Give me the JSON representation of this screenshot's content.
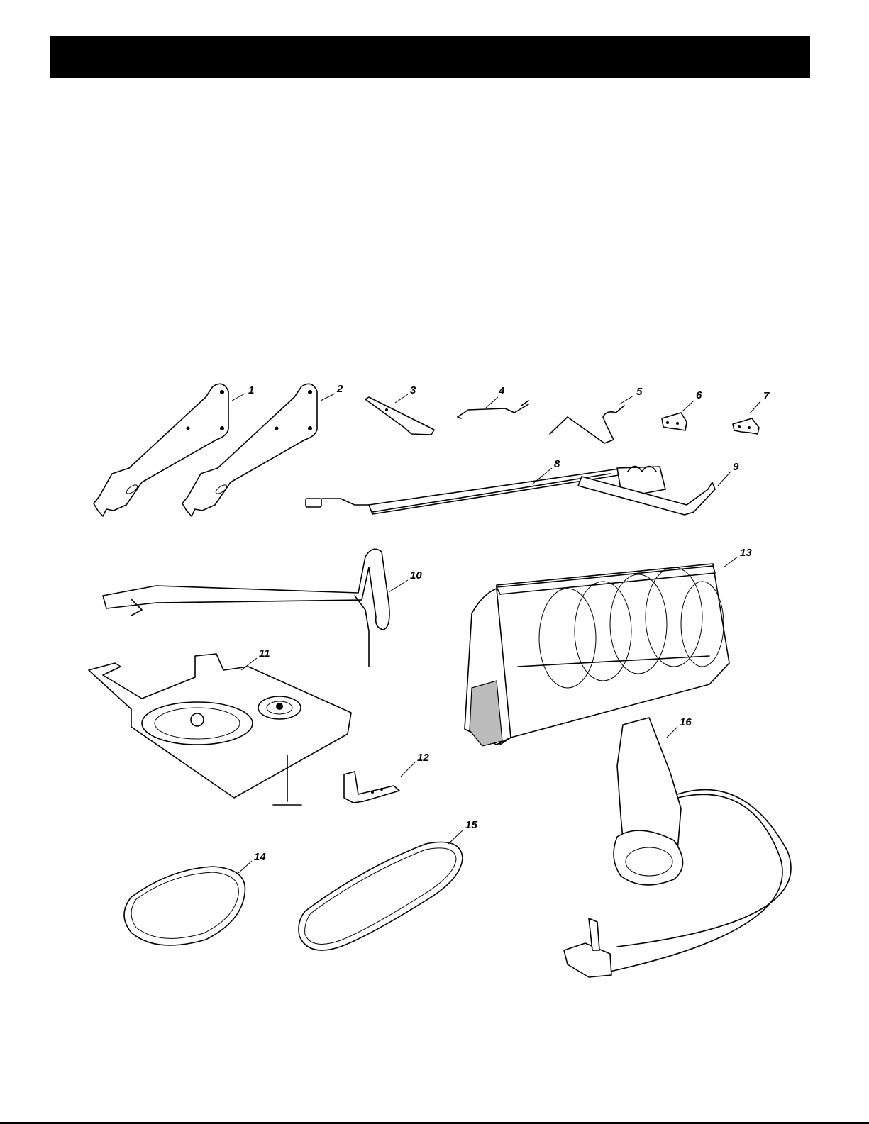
{
  "parts": [
    {
      "id": "1"
    },
    {
      "id": "2"
    },
    {
      "id": "3"
    },
    {
      "id": "4"
    },
    {
      "id": "5"
    },
    {
      "id": "6"
    },
    {
      "id": "7"
    },
    {
      "id": "8"
    },
    {
      "id": "9"
    },
    {
      "id": "10"
    },
    {
      "id": "11"
    },
    {
      "id": "12"
    },
    {
      "id": "13"
    },
    {
      "id": "14"
    },
    {
      "id": "15"
    },
    {
      "id": "16"
    }
  ]
}
